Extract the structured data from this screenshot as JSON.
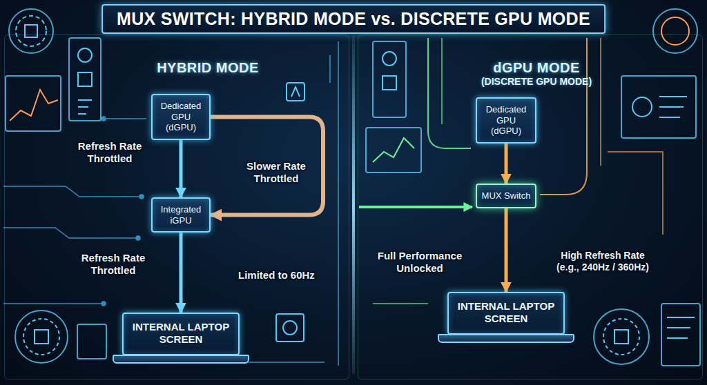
{
  "diagram": {
    "title": "MUX SWITCH: HYBRID MODE vs. DISCRETE GPU MODE",
    "nodes": [
      {
        "text": [
          "HYBRID MODE"
        ]
      },
      {
        "text": [
          "Dedicated GPU (dGPU)"
        ],
        "in": 0
      },
      {
        "text": [
          "Integrated iGPU"
        ],
        "in": 0
      },
      {
        "text": [
          "INTERNAL LAPTOP SCREEN"
        ],
        "in": 0
      },
      {
        "text": [
          "dGPU MODE",
          "(DISCRETE GPU MODE)"
        ]
      },
      {
        "text": [
          "Dedicated GPU (dGPU)"
        ],
        "in": 4
      },
      {
        "text": [
          "MUX Switch"
        ],
        "in": 4
      },
      {
        "text": [
          "INTERNAL LAPTOP SCREEN"
        ],
        "in": 4
      }
    ],
    "edges": [
      {
        "from": 1,
        "to": 2,
        "arrow": "to"
      },
      {
        "from": 1,
        "to": 2,
        "label": "Slower Rate Throttled",
        "arrow": "to"
      },
      {
        "from": 2,
        "to": 3,
        "arrow": "to"
      },
      {
        "from": 5,
        "to": 6,
        "arrow": "to"
      },
      {
        "from": 6,
        "to": 7,
        "arrow": "to"
      }
    ],
    "labels": [
      "Refresh Rate Throttled",
      "Refresh Rate Throttled",
      "Limited to 60Hz",
      "Full Performance Unlocked",
      "High Refresh Rate (e.g., 240Hz / 360Hz)"
    ]
  }
}
